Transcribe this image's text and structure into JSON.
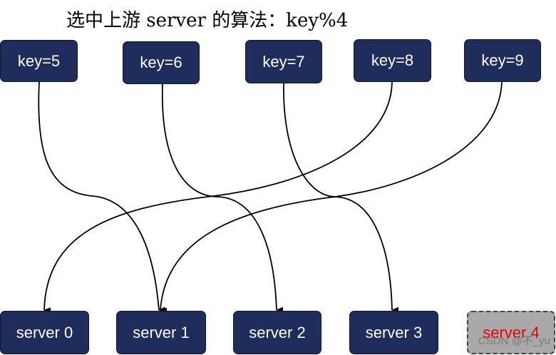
{
  "title": "选中上游 server 的算法：key%4",
  "keys": [
    {
      "label": "key=5"
    },
    {
      "label": "key=6"
    },
    {
      "label": "key=7"
    },
    {
      "label": "key=8"
    },
    {
      "label": "key=9"
    }
  ],
  "servers": [
    {
      "label": "server 0"
    },
    {
      "label": "server 1"
    },
    {
      "label": "server 2"
    },
    {
      "label": "server 3"
    },
    {
      "label": "server 4"
    }
  ],
  "mappings": [
    {
      "key": "key=5",
      "server": "server 1"
    },
    {
      "key": "key=6",
      "server": "server 2"
    },
    {
      "key": "key=7",
      "server": "server 3"
    },
    {
      "key": "key=8",
      "server": "server 0"
    },
    {
      "key": "key=9",
      "server": "server 1"
    }
  ],
  "colors": {
    "node_fill": "#1f2d5c",
    "node_text": "#ffffff",
    "removed_fill": "#a9a9a9",
    "removed_text": "#ee0000"
  },
  "watermark": "CSDN @不_yu"
}
